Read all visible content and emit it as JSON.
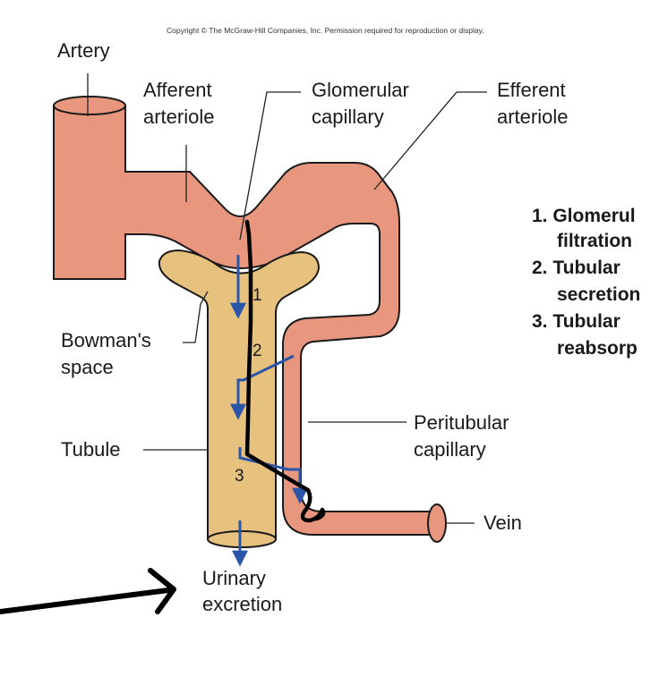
{
  "copyright": "Copyright © The McGraw-Hill Companies, Inc. Permission required for reproduction or display.",
  "labels": {
    "artery": "Artery",
    "afferent_1": "Afferent",
    "afferent_2": "arteriole",
    "glomerular_1": "Glomerular",
    "glomerular_2": "capillary",
    "efferent_1": "Efferent",
    "efferent_2": "arteriole",
    "bowmans_1": "Bowman's",
    "bowmans_2": "space",
    "tubule": "Tubule",
    "peritubular_1": "Peritubular",
    "peritubular_2": "capillary",
    "vein": "Vein",
    "urinary_1": "Urinary",
    "urinary_2": "excretion"
  },
  "markers": {
    "m1": "1",
    "m2": "2",
    "m3": "3"
  },
  "process_list": [
    {
      "line1": "1. Glomerul",
      "line2": "filtration"
    },
    {
      "line1": "2. Tubular",
      "line2": "secretion"
    },
    {
      "line1": "3. Tubular",
      "line2": "reabsorp"
    }
  ],
  "colors": {
    "vessel": "#e8967e",
    "tubule": "#e7c27f",
    "outline": "#1a1a1a",
    "flow_arrow": "#2a55a8",
    "annotation": "#000000"
  }
}
